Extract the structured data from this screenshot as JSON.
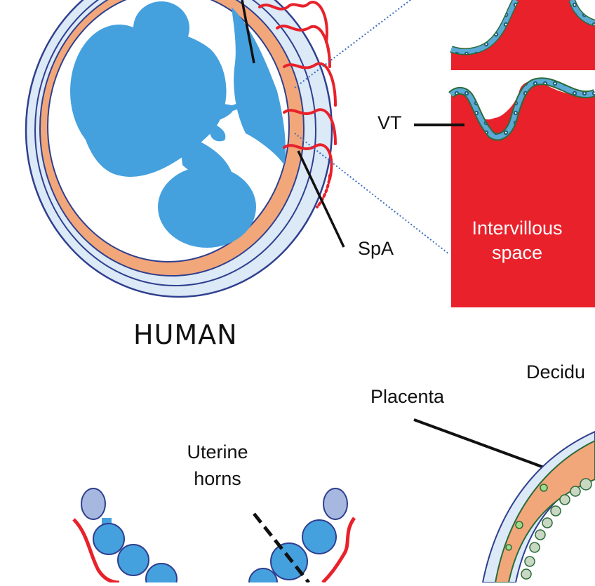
{
  "labels": {
    "human": "HUMAN",
    "vt": "VT",
    "spa": "SpA",
    "intervillous_line1": "Intervillous",
    "intervillous_line2": "space",
    "decidua": "Decidu",
    "placenta": "Placenta",
    "uterine_line1": "Uterine",
    "uterine_line2": "horns"
  },
  "colors": {
    "fetus_blue": "#45a0de",
    "blood_red": "#e8212b",
    "myometrium_orange": "#f2a77a",
    "outer_light_blue": "#dce9f6",
    "ring_navy": "#2f3f8f",
    "villus_green": "#2c6b3a",
    "ovary_lavender": "#a7b8e0"
  }
}
